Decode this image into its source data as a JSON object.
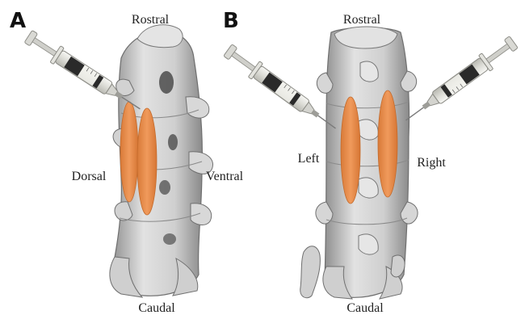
{
  "panels": [
    {
      "letter": "A",
      "view": "lateral",
      "labels": {
        "top": "Rostral",
        "bottom": "Caudal",
        "left": "Dorsal",
        "right": "Ventral"
      },
      "syringe_count": 1
    },
    {
      "letter": "B",
      "view": "dorsal",
      "labels": {
        "top": "Rostral",
        "bottom": "Caudal",
        "left": "Left",
        "right": "Right"
      },
      "syringe_count": 2
    }
  ],
  "colors": {
    "injection_depot": "#e98f4f",
    "bone": "#dcdcdc",
    "bone_shadow": "#9a9a9a",
    "syringe_body": "#ebebe6",
    "plunger": "#2a2a2a"
  },
  "icons": [
    "syringe-icon",
    "vertebral-column-illustration"
  ]
}
